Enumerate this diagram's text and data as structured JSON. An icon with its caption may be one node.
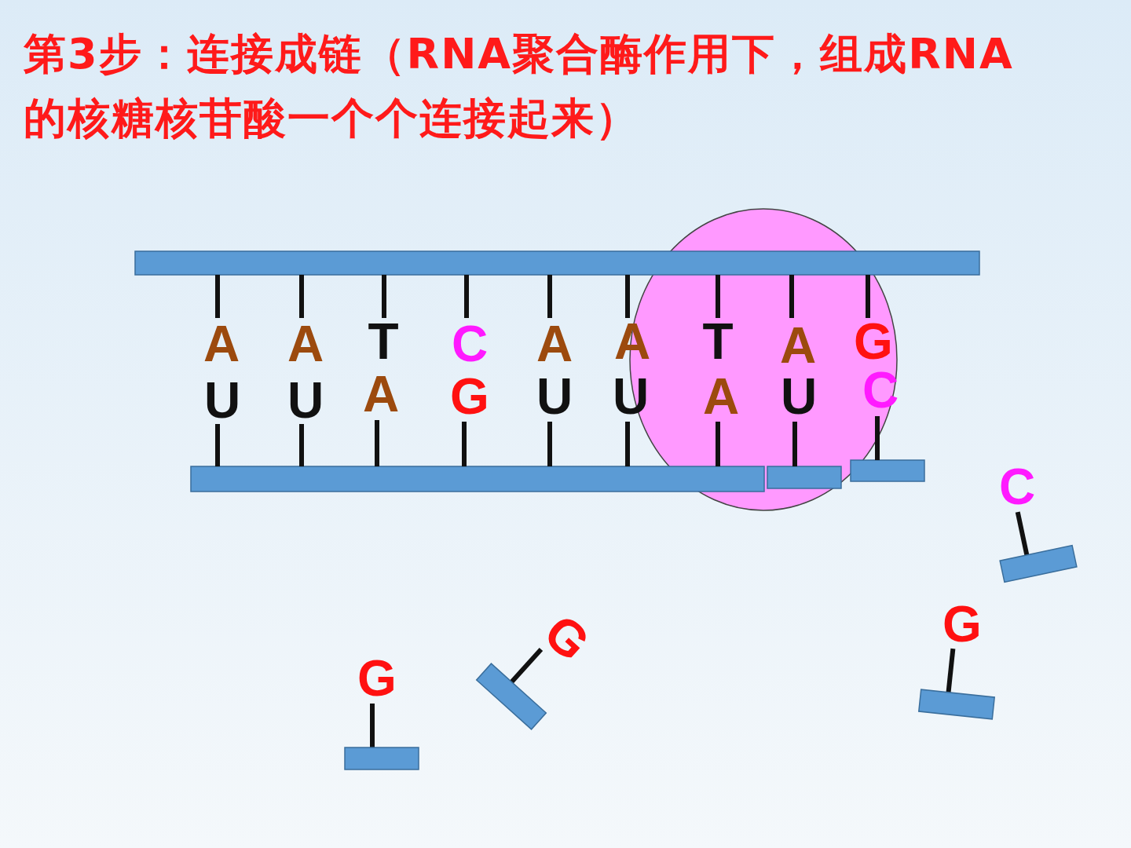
{
  "diagram": {
    "title": "第3步：连接成链（RNA聚合酶作用下，组成RNA的核糖核苷酸一个个连接起来）",
    "labels": [
      "A",
      "A",
      "T",
      "C",
      "A",
      "A",
      "T",
      "A",
      "G",
      "U",
      "U",
      "A",
      "G",
      "U",
      "U",
      "A",
      "U",
      "C",
      "C",
      "G",
      "G",
      "G"
    ]
  }
}
